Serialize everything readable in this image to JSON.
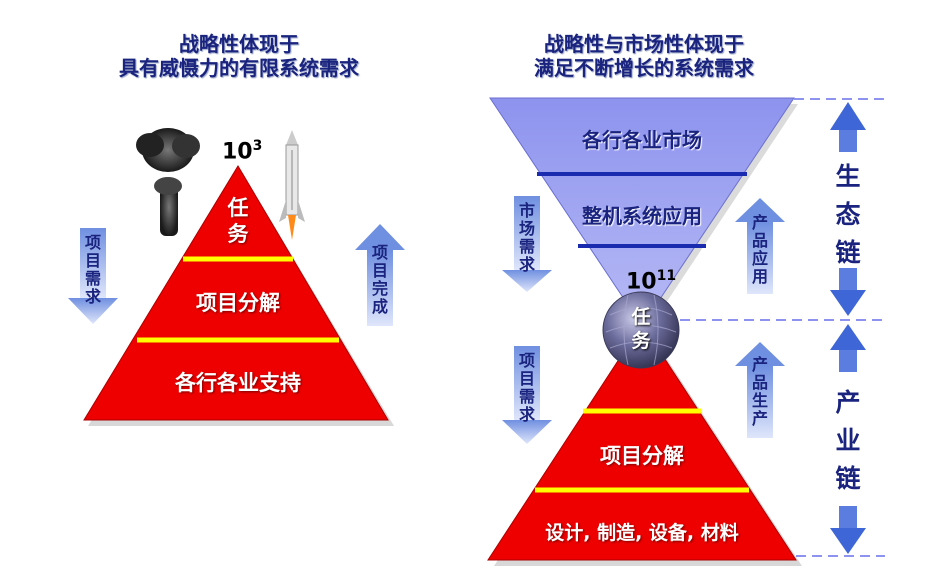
{
  "left": {
    "title_line1": "战略性体现于",
    "title_line2": "具有威慑力的有限系统需求",
    "power_base": "10",
    "power_exp": "3",
    "levels": [
      "任务",
      "项目分解",
      "各行各业支持"
    ],
    "task_line1": "任",
    "task_line2": "务",
    "left_arrow_label": [
      "项",
      "目",
      "需",
      "求"
    ],
    "right_arrow_label": [
      "项",
      "目",
      "完",
      "成"
    ]
  },
  "right": {
    "title_line1": "战略性与市场性体现于",
    "title_line2": "满足不断增长的系统需求",
    "funnel_levels": [
      "各行各业市场",
      "整机系统应用"
    ],
    "power_base": "10",
    "power_exp": "11",
    "task_line1": "任",
    "task_line2": "务",
    "pyramid_levels": [
      "项目分解",
      "设计, 制造, 设备, 材料"
    ],
    "market_demand": [
      "市",
      "场",
      "需",
      "求"
    ],
    "product_application": [
      "产",
      "品",
      "应",
      "用"
    ],
    "project_demand": [
      "项",
      "目",
      "需",
      "求"
    ],
    "product_production": [
      "产",
      "品",
      "生",
      "产"
    ],
    "eco_chain": [
      "生",
      "态",
      "链"
    ],
    "industry_chain": [
      "产",
      "业",
      "链"
    ]
  },
  "colors": {
    "pyramid_red": "#ee0000",
    "band_yellow": "#ffff00",
    "funnel_fill": "#9a9ff0",
    "funnel_line": "#1a2bb0",
    "arrow_blue": "#7d9ee6",
    "title_navy": "#1a237e"
  }
}
